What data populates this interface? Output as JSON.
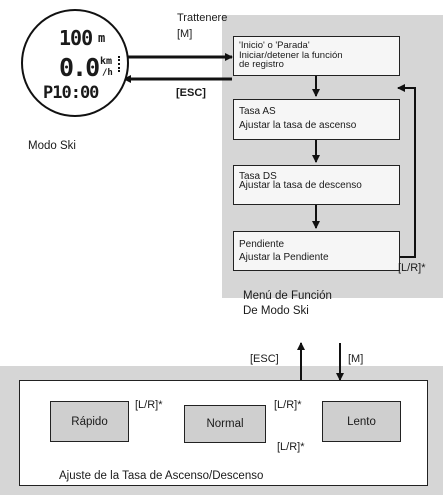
{
  "watch": {
    "line1": "100",
    "line1_unit": "m",
    "line2": "0.0",
    "line2_unit_top": "km",
    "line2_unit_bottom": "/h",
    "line3": "P10:00",
    "caption": "Modo Ski"
  },
  "keys": {
    "hold_line1": "Trattenere",
    "hold_line2": "[M]",
    "esc_top": "[ESC]",
    "lr_side": "[L/R]*",
    "esc_mid": "[ESC]",
    "m_mid": "[M]"
  },
  "menu": {
    "items": [
      {
        "line1": "'Inicio' o 'Parada'",
        "line2": "Iniciar/detener la función",
        "line3": "de registro"
      },
      {
        "line1": "Tasa AS",
        "line2": "Ajustar la tasa de ascenso"
      },
      {
        "line1": "Tasa DS",
        "line2": "Ajustar la tasa de descenso"
      },
      {
        "line1": "Pendiente",
        "line2": "Ajustar la Pendiente"
      }
    ],
    "caption_line1": "Menú de Función",
    "caption_line2": "De Modo Ski"
  },
  "rates": {
    "options": [
      "Rápido",
      "Normal",
      "Lento"
    ],
    "lr_left": "[L/R]*",
    "lr_right": "[L/R]*",
    "lr_bottom": "[L/R]*",
    "caption": "Ajuste de la Tasa de Ascenso/Descenso"
  }
}
